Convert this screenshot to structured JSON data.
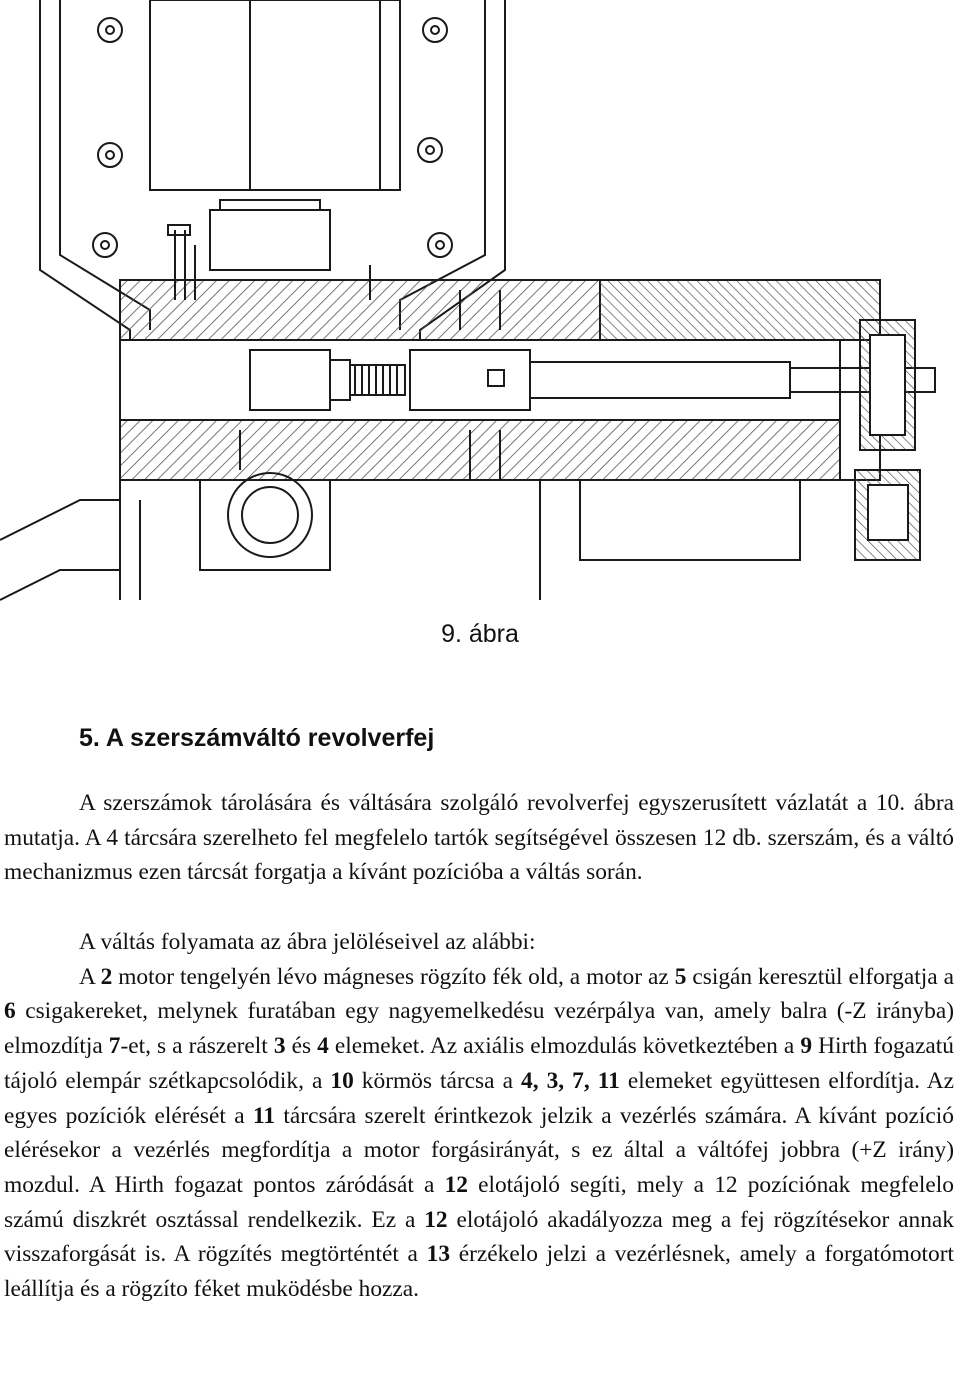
{
  "figure": {
    "caption": "9. ábra",
    "colors": {
      "line": "#1a1a1a",
      "hatch": "#555555",
      "background": "#ffffff"
    }
  },
  "section": {
    "heading": "5. A szerszámváltó revolverfej"
  },
  "paragraph1": "A szerszámok tárolására és váltására szolgáló revolverfej egyszerusített vázlatát a 10. ábra mutatja. A 4 tárcsára szerelheto fel megfelelo tartók segítségével összesen 12 db. szerszám, és a váltó mechanizmus ezen tárcsát forgatja a kívánt pozícióba a váltás során.",
  "paragraph2_intro": "A váltás folyamata az ábra jelöléseivel az alábbi:",
  "paragraph3": {
    "s01": "A ",
    "n01": "2",
    "s02": " motor tengelyén lévo mágneses rögzíto fék old, a motor az ",
    "n02": "5",
    "s03": " csigán keresztül elforgatja a ",
    "n03": "6",
    "s04": " csigakereket, melynek furatában egy nagyemelkedésu vezérpálya van, amely balra (-Z irányba) elmozdítja ",
    "n04": "7",
    "s05": "-et, s a rászerelt ",
    "n05": "3",
    "s06": " és ",
    "n06": "4",
    "s07": " elemeket. Az axiális elmozdulás következtében a ",
    "n07": "9",
    "s08": " Hirth fogazatú tájoló elempár szétkapcsolódik, a ",
    "n08": "10",
    "s09": " körmös tárcsa a ",
    "n09": "4, 3, 7, 11",
    "s10": " elemeket együttesen elfordítja. Az egyes pozíciók elérését a ",
    "n10": "11",
    "s11": " tárcsára szerelt érintkezok jelzik a vezérlés számára. A kívánt pozíció elérésekor a vezérlés megfordítja a motor forgásirányát, s ez által a váltófej jobbra (+Z irány) mozdul. A Hirth fogazat pontos záródását a ",
    "n11": "12",
    "s12": " elotájoló segíti, mely a 12 pozíciónak megfelelo számú diszkrét osztással rendelkezik. Ez a ",
    "n12": "12",
    "s13": " elotájoló akadályozza meg a fej rögzítésekor annak visszaforgását is. A rögzítés megtörténtét a ",
    "n13": "13",
    "s14": " érzékelo jelzi a vezérlésnek, amely a forgatómotort leállítja és a rögzíto féket muködésbe hozza."
  }
}
